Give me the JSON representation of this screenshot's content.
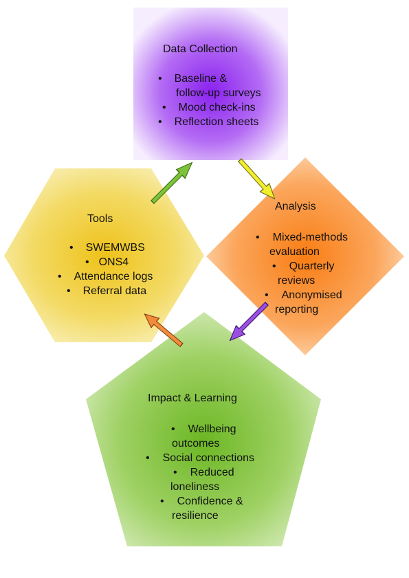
{
  "data_collection": {
    "title": "Data Collection",
    "items": [
      "Baseline &",
      "follow-up surveys",
      "Mood check-ins",
      "Reflection sheets"
    ],
    "color": "#a64df0"
  },
  "tools": {
    "title": "Tools",
    "items": [
      "SWEMWBS",
      "ONS4",
      "Attendance logs",
      "Referral data"
    ],
    "color": "#f0d040"
  },
  "analysis": {
    "title": "Analysis",
    "items": [
      "Mixed-methods",
      "evaluation",
      "Quarterly",
      "reviews",
      "Anonymised",
      "reporting"
    ],
    "color": "#fb9a3c"
  },
  "impact": {
    "title": "Impact & Learning",
    "items": [
      "Wellbeing",
      "outcomes",
      "Social connections",
      "Reduced",
      "loneliness",
      "Confidence &",
      "resilience"
    ],
    "color": "#8fcc4e"
  },
  "bullet_glyph": "•",
  "arrow_colors": {
    "tools_to_data": "#7cc23a",
    "data_to_analysis": "#f2ee2e",
    "analysis_to_impact": "#9a4fe0",
    "impact_to_tools": "#f28b3a"
  }
}
